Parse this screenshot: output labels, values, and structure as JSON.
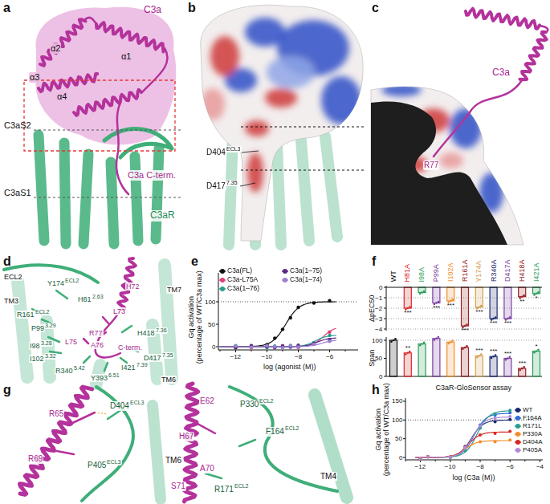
{
  "diagram": {
    "labels": [
      "a",
      "C3a",
      "α1",
      "α2",
      "α3",
      "α4",
      "C3aS2",
      "C3a C-term.",
      "C3aS1",
      "C3aR",
      "b",
      "D404",
      "ECL3",
      "D417",
      "7.35",
      "c",
      "C3a",
      "R77",
      "d",
      "ECL2",
      "Y174",
      "ECL2",
      "H72",
      "TM7",
      "H81",
      "2.63",
      "TM3",
      "R161",
      "ECL2",
      "L73",
      "P99",
      "3.29",
      "R77",
      "H418",
      "7.36",
      "L75",
      "I98",
      "3.28",
      "A76",
      "C-term.",
      "D417",
      "7.35",
      "I102",
      "3.32",
      "I421",
      "7.39",
      "R340",
      "5.42",
      "Y393",
      "6.51",
      "TM6",
      "e",
      "Gq activation",
      "(percentage of WT/C3a max)",
      "100",
      "50",
      "0",
      "−12",
      "−10",
      "−8",
      "−6",
      "log (agonist (M))",
      "f",
      "WT",
      "H81A",
      "I98A",
      "P99A",
      "I102A",
      "R161A",
      "Y174A",
      "R340A",
      "D417A",
      "H418A",
      "I421A",
      "0",
      "−1",
      "−2",
      "−3",
      "−4",
      "ΔpEC50",
      "***",
      "***",
      "***",
      "***",
      "***",
      "***",
      "***",
      "**",
      "*",
      "100",
      "50",
      "0",
      "Span",
      "**",
      "***",
      "***",
      "***",
      "***",
      "*",
      "g",
      "R65",
      "D404",
      "ECL3",
      "R69",
      "P405",
      "ECL3",
      "E62",
      "P330",
      "ECL2",
      "H67",
      "F164",
      "ECL2",
      "TM6",
      "A70",
      "TM4",
      "S71",
      "R171",
      "ECL2",
      "h",
      "C3aR-GloSensor assay",
      "Gq activation",
      "(percentage of WT/C3a max)",
      "150",
      "100",
      "50",
      "0",
      "−12",
      "−10",
      "−8",
      "−6",
      "−4",
      "log (C3a (M))"
    ],
    "legend": [
      {
        "text": "C3a(FL)",
        "color": "#111111"
      },
      {
        "text": "C3a-L75A",
        "color": "#e0407a"
      },
      {
        "text": "C3a(1–76)",
        "color": "#2a9d8f"
      },
      {
        "text": "C3a(1–75)",
        "color": "#5b2a86"
      },
      {
        "text": "C3a(1–74)",
        "color": "#9b7fd1"
      },
      {
        "text": "WT",
        "color": "#1a2a6c"
      },
      {
        "text": "F164A",
        "color": "#2f6fd6"
      },
      {
        "text": "R171L",
        "color": "#2a9d8f"
      },
      {
        "text": "P330A",
        "color": "#f28c28"
      },
      {
        "text": "D404A",
        "color": "#d62828"
      },
      {
        "text": "P405A",
        "color": "#b48ad6"
      }
    ]
  }
}
